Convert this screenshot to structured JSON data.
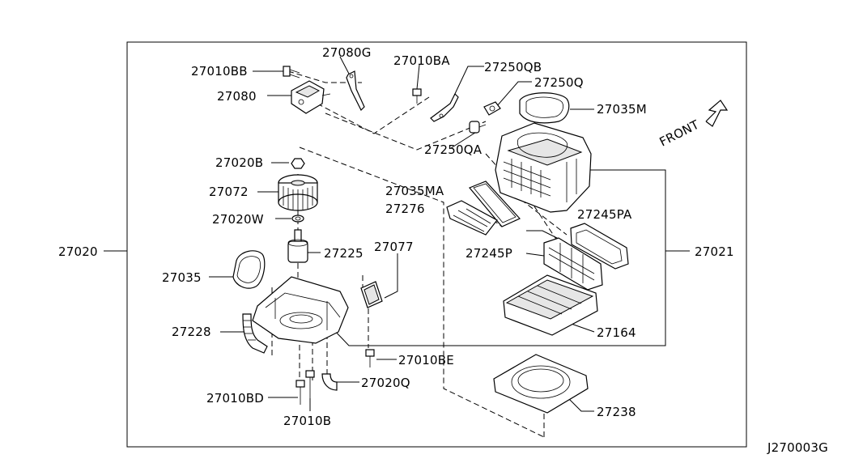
{
  "figure_code": "J270003G",
  "front_label": "FRONT",
  "labels": {
    "p27010BB": "27010BB",
    "p27080G": "27080G",
    "p27010BA": "27010BA",
    "p27250QB": "27250QB",
    "p27080": "27080",
    "p27250Q": "27250Q",
    "p27035M": "27035M",
    "p27250QA": "27250QA",
    "p27020B": "27020B",
    "p27072": "27072",
    "p27035MA": "27035MA",
    "p27276": "27276",
    "p27245PA": "27245PA",
    "p27020W": "27020W",
    "p27020": "27020",
    "p27225": "27225",
    "p27077": "27077",
    "p27245P": "27245P",
    "p27021": "27021",
    "p27035": "27035",
    "p27228": "27228",
    "p27164": "27164",
    "p27010BE": "27010BE",
    "p27020Q": "27020Q",
    "p27010BD": "27010BD",
    "p27238": "27238",
    "p27010B": "27010B"
  }
}
